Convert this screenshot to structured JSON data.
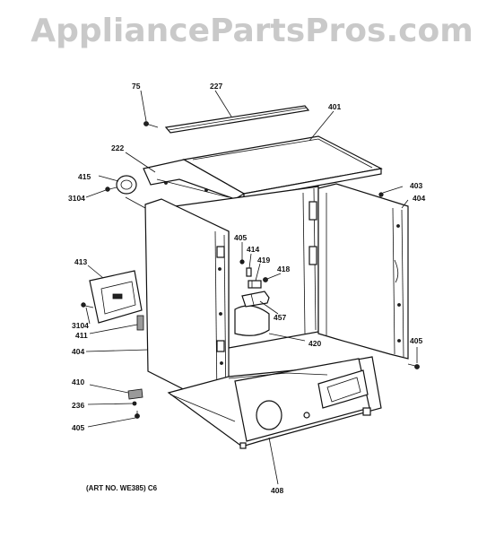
{
  "watermark": "AppliancePartsPros.com",
  "art_note": "(ART NO. WE385) C6",
  "labels": {
    "p75": "75",
    "p227": "227",
    "p401": "401",
    "p222": "222",
    "p415": "415",
    "p3104a": "3104",
    "p403": "403",
    "p404a": "404",
    "p405a": "405",
    "p414": "414",
    "p419": "419",
    "p418": "418",
    "p413": "413",
    "p457": "457",
    "p3104b": "3104",
    "p411": "411",
    "p420": "420",
    "p404b": "404",
    "p405b": "405",
    "p410": "410",
    "p236": "236",
    "p405c": "405",
    "p408": "408"
  }
}
